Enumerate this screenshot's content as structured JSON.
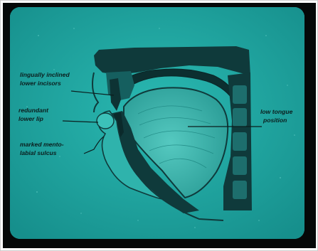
{
  "labels": {
    "lingually_inclined_line1": "lingually inclined",
    "lingually_inclined_line2": "lower incisors",
    "redundant_line1": "redundant",
    "redundant_line2": "lower lip",
    "marked_line1": "marked mento-",
    "marked_line2": "labial sulcus",
    "low_tongue_line1": "low tongue",
    "low_tongue_line2": "position"
  },
  "colors": {
    "slide_background": "#1fa9a3",
    "tissue_dark": "#0f3a3b",
    "tissue_mid": "#145c5d",
    "tongue": "#3fbab3",
    "frame": "#050808"
  }
}
